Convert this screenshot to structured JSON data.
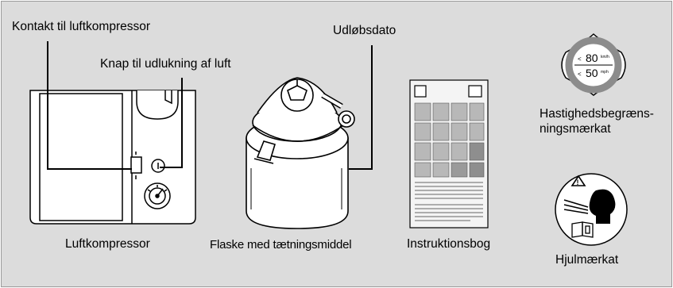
{
  "labels": {
    "compressor_switch": "Kontakt til luftkompressor",
    "air_release_button": "Knap til udlukning af luft",
    "expiry_date": "Udløbsdato",
    "compressor": "Luftkompressor",
    "sealant_bottle": "Flaske med tætningsmiddel",
    "manual": "Instruktionsbog",
    "speed_label_line1": "Hastighedsbegræns-",
    "speed_label_line2": "ningsmærkat",
    "wheel_label": "Hjulmærkat"
  },
  "speed_sticker": {
    "kmh_value": "80",
    "kmh_unit": "km/h",
    "mph_value": "50",
    "mph_unit": "mph",
    "less_than_1": "<",
    "less_than_2": "<"
  },
  "colors": {
    "background": "#dcdcdc",
    "line": "#000000",
    "sticker_ring": "#8c8c8c"
  }
}
